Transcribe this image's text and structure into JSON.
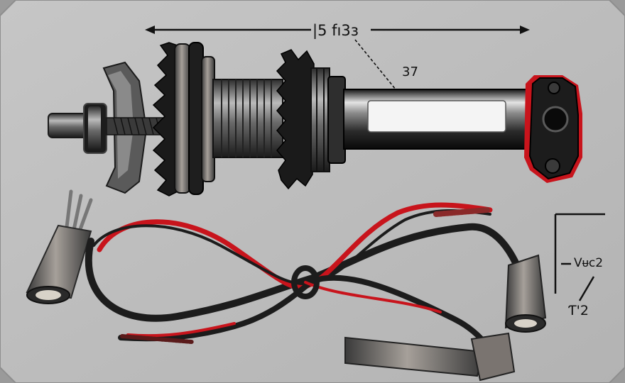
{
  "labels": {
    "top_dimension": "|5 fı3ɜ",
    "callout": "37",
    "side_upper": "Vᵾc2",
    "side_lower": "Ƭ'2"
  },
  "colors": {
    "background": "#bdbdbd",
    "steel_dark": "#2a2a2a",
    "steel_mid": "#6e6e6e",
    "steel_light": "#d8d8d8",
    "accent_red": "#c8141c",
    "wire_black": "#1c1c1c"
  }
}
